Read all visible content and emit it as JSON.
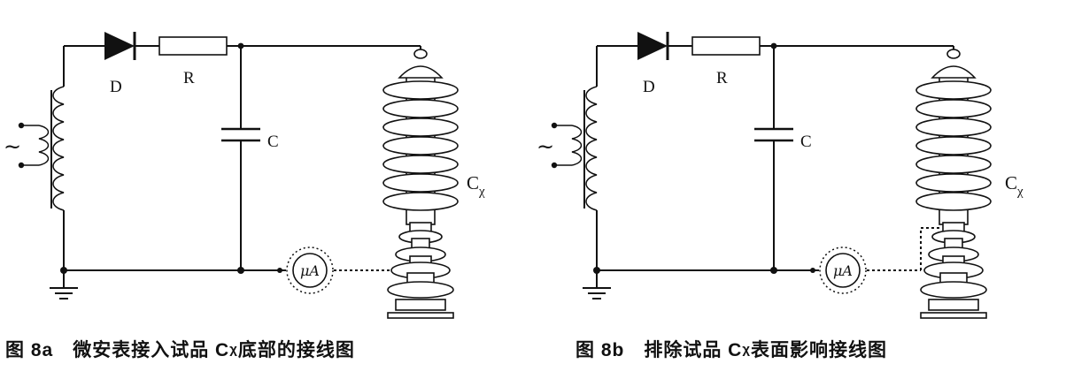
{
  "colors": {
    "ink": "#111111",
    "background": "#ffffff"
  },
  "figures": [
    {
      "id": "8a",
      "caption": {
        "fig_no": "图 8a",
        "pre": "微安表接入试品 C",
        "sub": "χ",
        "post": " 底部的接线图"
      },
      "labels": {
        "source": "~",
        "diode": "D",
        "resistor": "R",
        "capacitor": "C",
        "meter": "μA",
        "specimen": "C",
        "specimen_sub": "χ"
      }
    },
    {
      "id": "8b",
      "caption": {
        "fig_no": "图 8b",
        "pre": "排除试品 C",
        "sub": "χ",
        "post": " 表面影响接线图"
      },
      "labels": {
        "source": "~",
        "diode": "D",
        "resistor": "R",
        "capacitor": "C",
        "meter": "μA",
        "specimen": "C",
        "specimen_sub": "χ"
      }
    }
  ]
}
